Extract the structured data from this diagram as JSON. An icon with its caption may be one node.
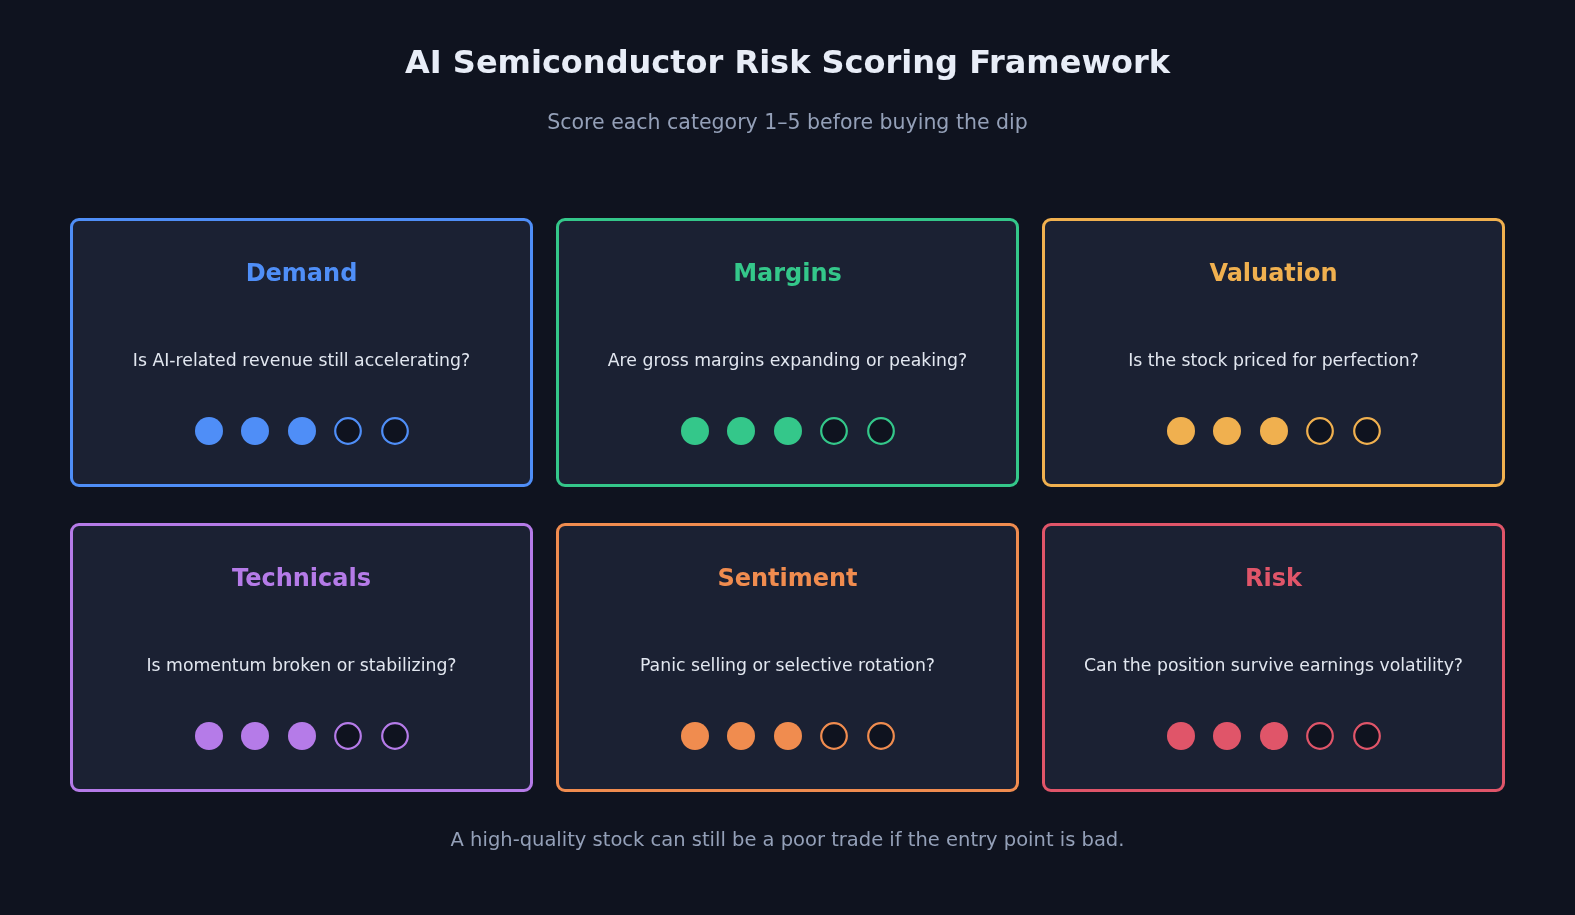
{
  "diagram": {
    "title": "AI Semiconductor Risk Scoring Framework",
    "caption": "A high-quality stock can still be a poor trade if the entry point is bad.",
    "nodes": [
      {
        "text": [
          "Demand",
          "Is AI-related revenue still accelerating?"
        ]
      },
      {
        "text": [
          "Margins",
          "Are gross margins expanding or peaking?"
        ]
      },
      {
        "text": [
          "Valuation",
          "Is the stock priced for perfection?"
        ]
      },
      {
        "text": [
          "Technicals",
          "Is momentum broken or stabilizing?"
        ]
      },
      {
        "text": [
          "Sentiment",
          "Panic selling or selective rotation?"
        ]
      },
      {
        "text": [
          "Risk",
          "Can the position survive earnings volatility?"
        ]
      }
    ],
    "labels": [
      "Score each category 1–5 before buying the dip"
    ]
  }
}
